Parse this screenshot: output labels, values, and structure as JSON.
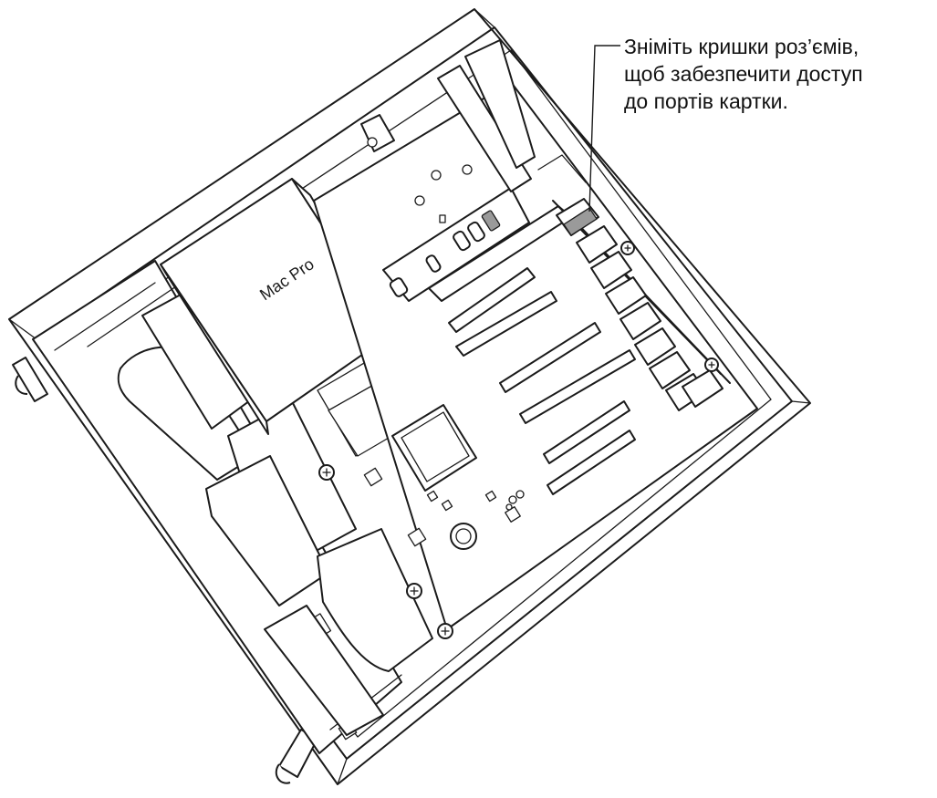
{
  "callout": {
    "lines": [
      "Зніміть кришки роз’ємів,",
      "щоб забезпечити доступ",
      "до портів картки."
    ]
  },
  "logo": {
    "text": "Mac Pro"
  }
}
